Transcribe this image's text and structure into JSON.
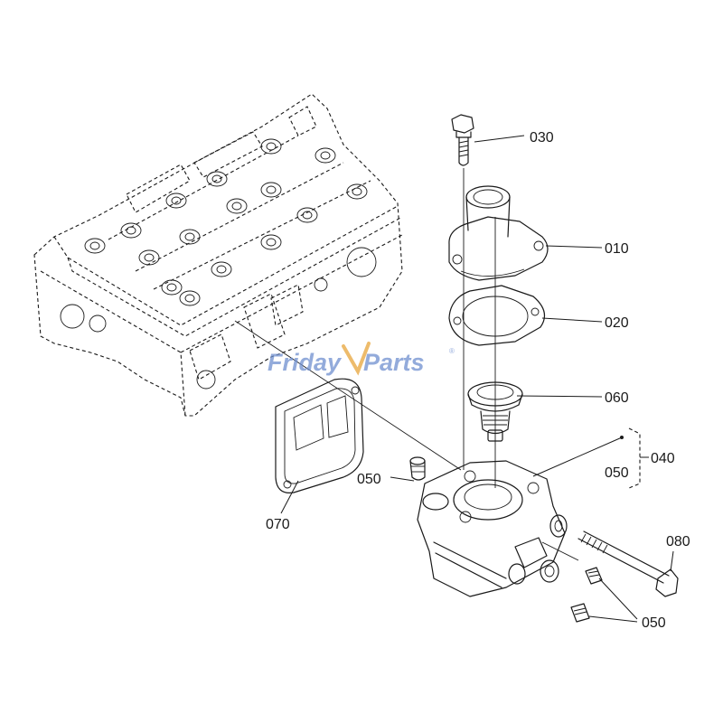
{
  "watermark": {
    "text_part1": "Friday",
    "text_part2": "Parts",
    "registered_mark": "®",
    "color": "#6f8fd0"
  },
  "callouts": {
    "p030": "030",
    "p010": "010",
    "p020": "020",
    "p060": "060",
    "p040": "040",
    "p050_group": "050",
    "p050_left": "050",
    "p070": "070",
    "p080": "080",
    "p050_bottom": "050"
  }
}
